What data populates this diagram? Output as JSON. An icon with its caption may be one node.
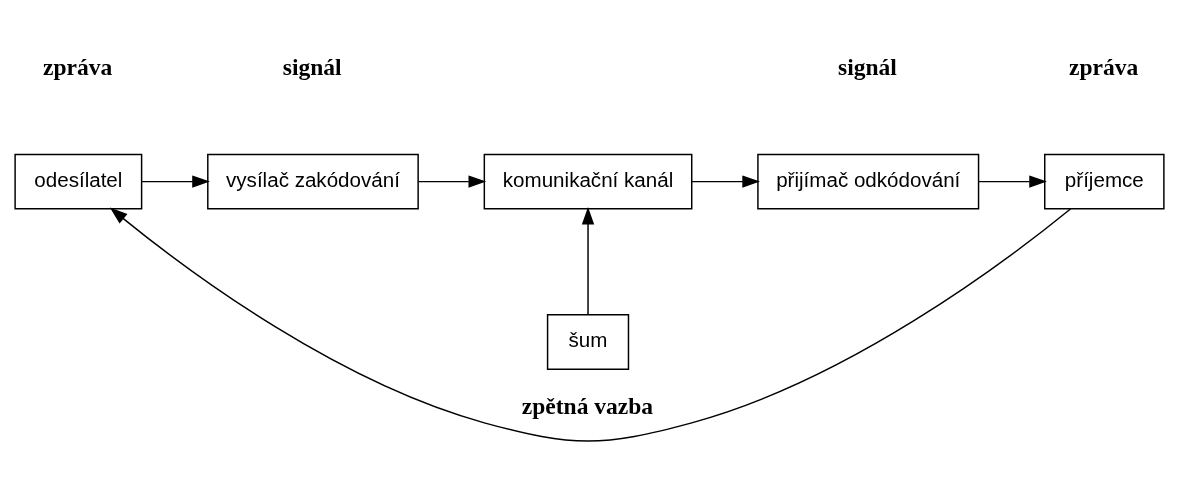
{
  "diagram": {
    "nodes": [
      {
        "text": [
          "odesílatel"
        ]
      },
      {
        "text": [
          "vysílač zakódování"
        ]
      },
      {
        "text": [
          "komunikační kanál"
        ]
      },
      {
        "text": [
          "přijímač odkódování"
        ]
      },
      {
        "text": [
          "příjemce"
        ]
      },
      {
        "text": [
          "šum"
        ]
      }
    ],
    "edges": [
      {
        "from": 0,
        "to": 1,
        "arrow": "to"
      },
      {
        "from": 1,
        "to": 2,
        "arrow": "to"
      },
      {
        "from": 2,
        "to": 3,
        "arrow": "to"
      },
      {
        "from": 3,
        "to": 4,
        "arrow": "to"
      },
      {
        "from": 5,
        "to": 2,
        "arrow": "to"
      },
      {
        "from": 4,
        "to": 0,
        "arrow": "to",
        "label": "zpětná vazba"
      }
    ],
    "labels": [
      "signál",
      "signál",
      "zpráva",
      "zpráva"
    ]
  }
}
